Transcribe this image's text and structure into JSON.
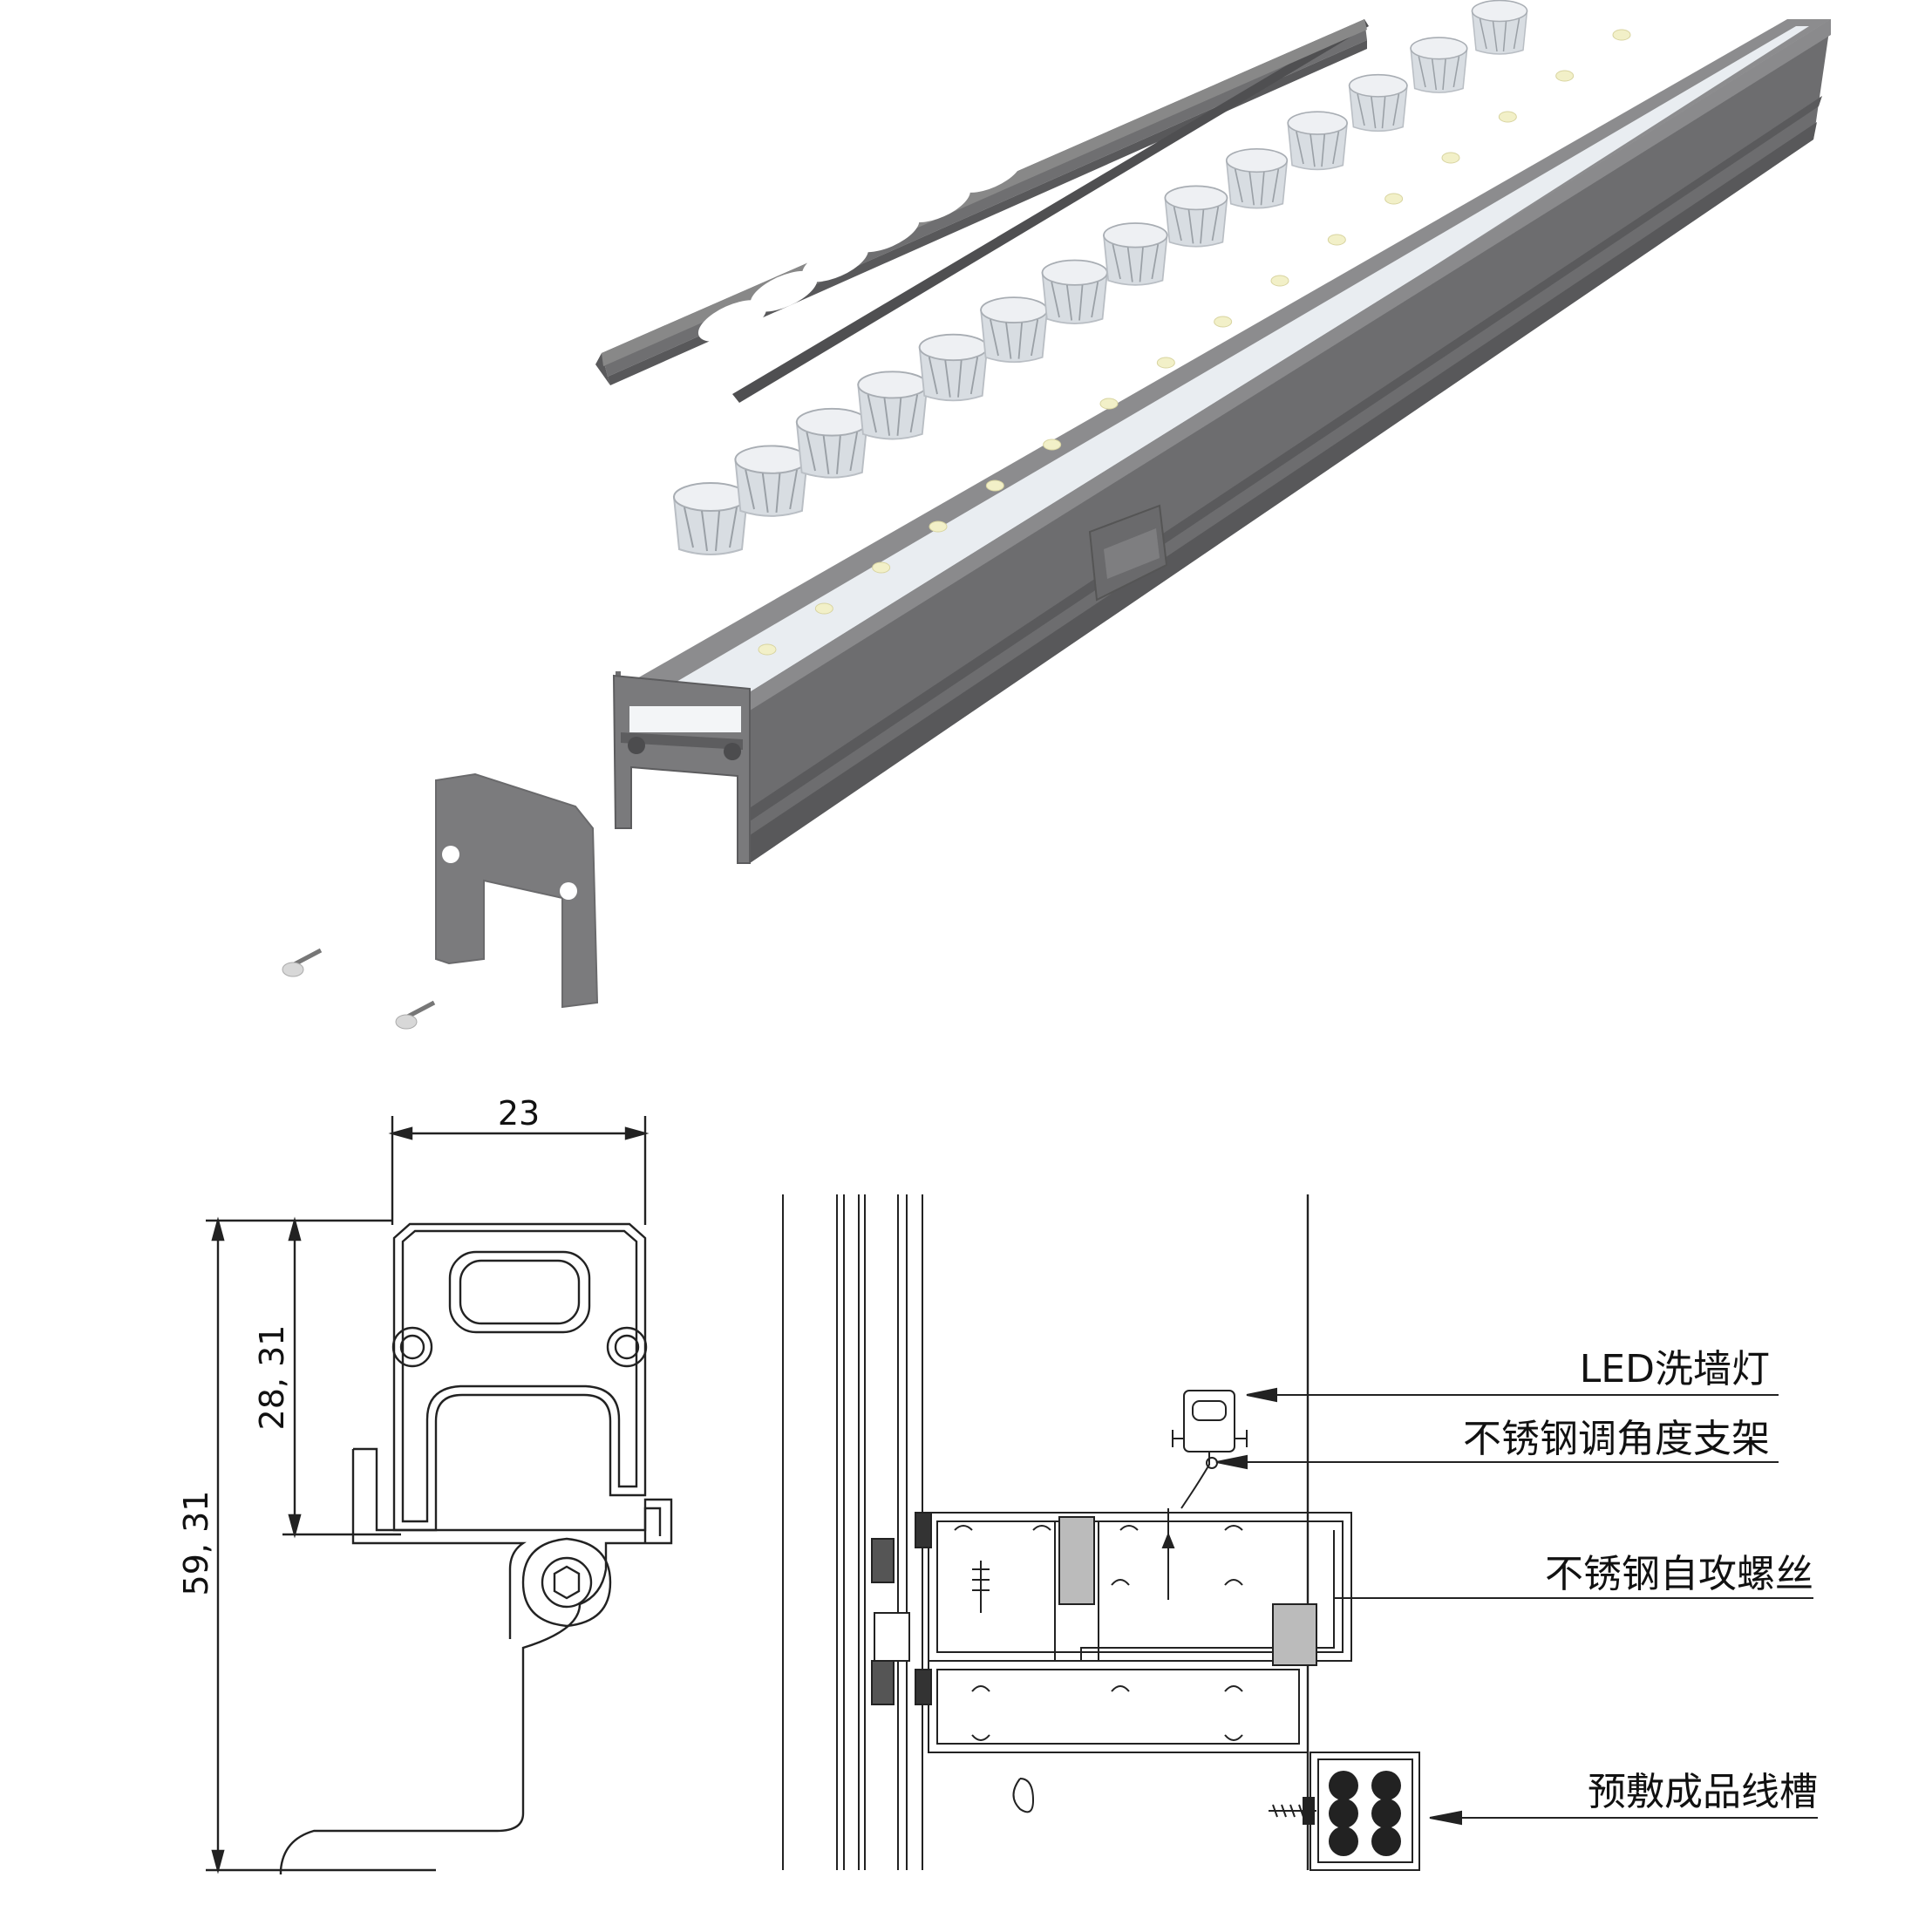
{
  "dimensions": {
    "width": "23",
    "upper_height": "28, 31",
    "total_height": "59, 31"
  },
  "callouts": [
    {
      "id": "led",
      "label": "LED洗墙灯"
    },
    {
      "id": "bracket",
      "label": "不锈钢调角度支架"
    },
    {
      "id": "screw",
      "label": "不锈钢自攻螺丝"
    },
    {
      "id": "trunking",
      "label": "预敷成品线槽"
    }
  ],
  "colors": {
    "aluminium": "#7a7a7c",
    "aluminium_dark": "#5e5e60",
    "aluminium_light": "#9a9a9c",
    "diffuser": "#eef1f4",
    "led_dot": "#f2f0c8",
    "lens": "#d8dde2",
    "line": "#222222"
  },
  "icons": [
    "cover-plate-icon",
    "lens-icon",
    "end-cap-icon",
    "screw-icon",
    "led-dot-icon"
  ]
}
